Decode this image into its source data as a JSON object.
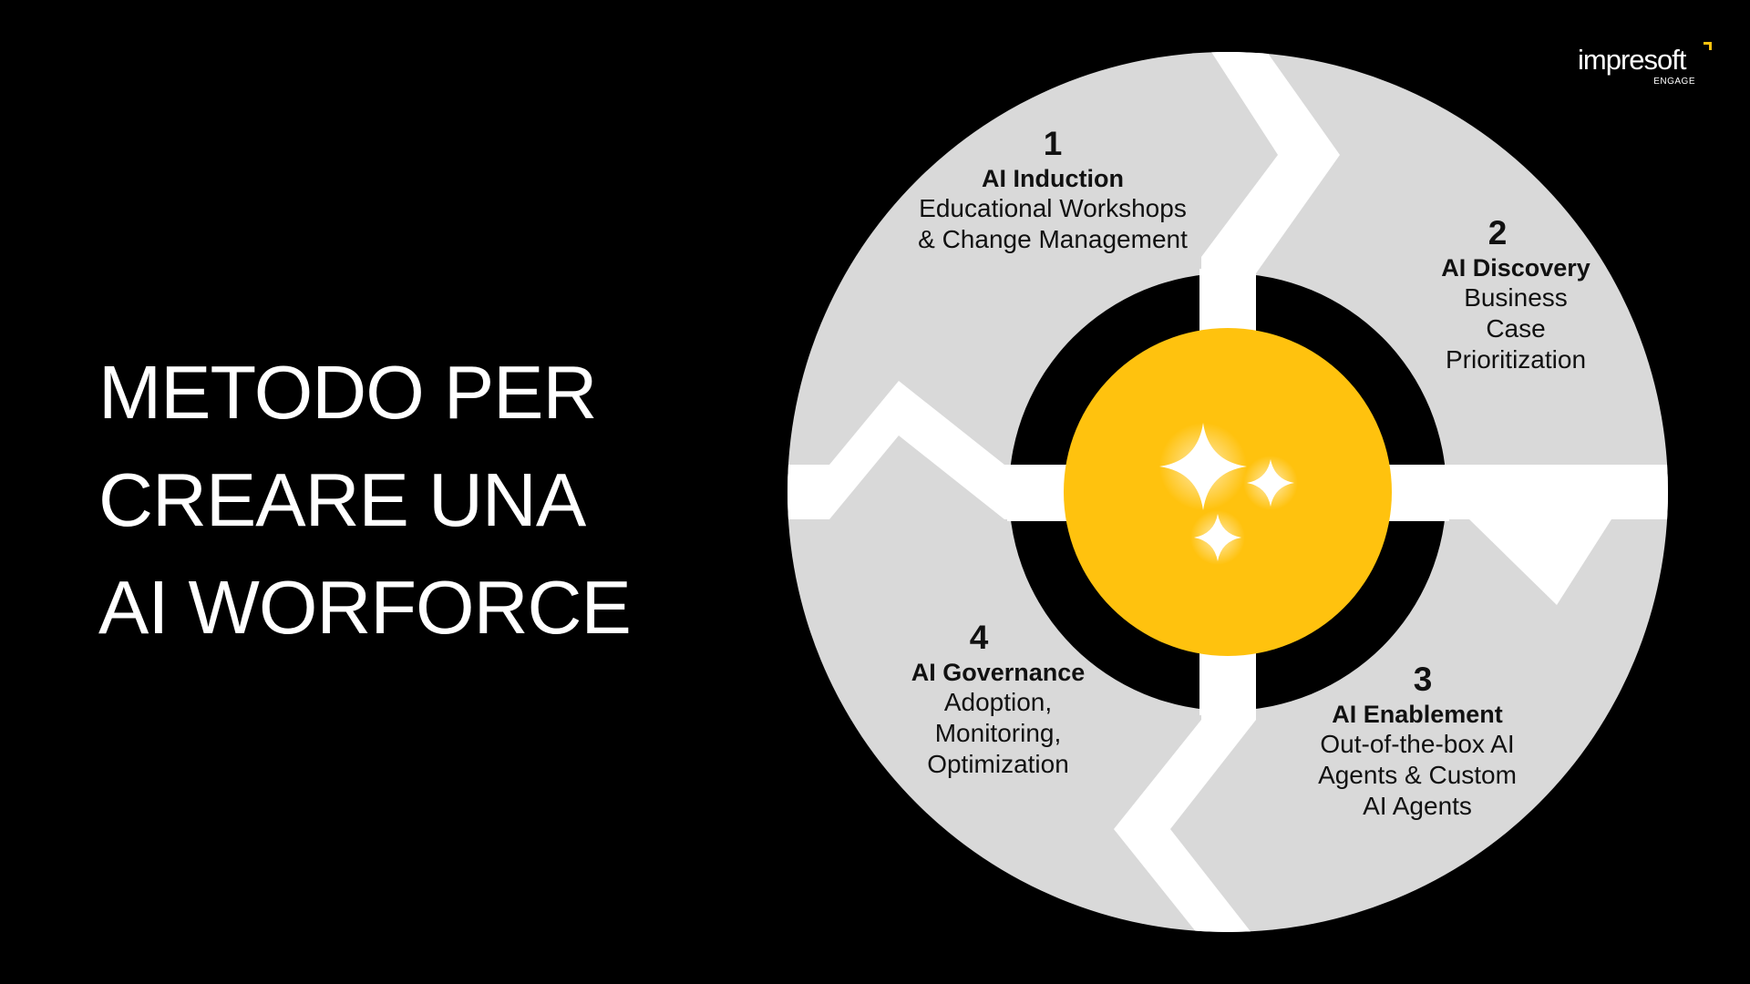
{
  "title": {
    "line1": "METODO PER",
    "line2": "CREARE UNA",
    "line3": "AI WORFORCE"
  },
  "logo": {
    "name": "impresoft",
    "sub": "ENGAGE"
  },
  "phases": [
    {
      "num": "1",
      "name": "AI Induction",
      "desc": "Educational Workshops\n& Change Management"
    },
    {
      "num": "2",
      "name": "AI Discovery",
      "desc": "Business\nCase\nPrioritization"
    },
    {
      "num": "3",
      "name": "AI Enablement",
      "desc": "Out-of-the-box AI\nAgents & Custom\nAI Agents"
    },
    {
      "num": "4",
      "name": "AI Governance",
      "desc": "Adoption,\nMonitoring,\nOptimization"
    }
  ],
  "center_icon": "sparkles-icon",
  "colors": {
    "background": "#000000",
    "ring": "#d9d9d9",
    "divider": "#ffffff",
    "center": "#ffc20e",
    "accent": "#ffc20e"
  }
}
